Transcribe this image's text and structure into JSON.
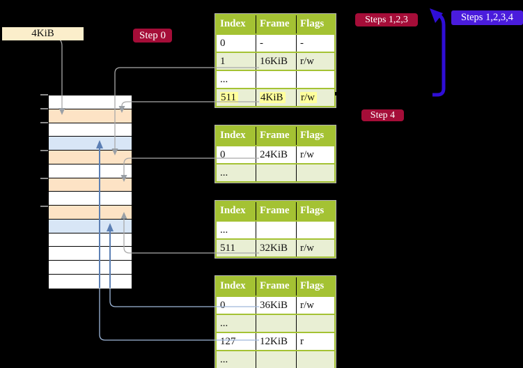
{
  "badges": {
    "frame_label": "4KiB",
    "step0": "Step 0",
    "steps123": "Steps 1,2,3",
    "steps1234": "Steps 1,2,3,4",
    "step4": "Step 4"
  },
  "colors": {
    "table_green": "#a4c233",
    "row_shaded": "#e9efd4",
    "memory_peach": "#fde3c5",
    "memory_blue": "#d8e6f6",
    "label_wheat": "#fbeecb",
    "badge_crimson": "#a50d38",
    "badge_violet": "#4a1cdc",
    "arrow_blue": "#2f0ed6",
    "connector_gray": "#a9a9a9",
    "connector_blue": "#5b7fb4",
    "highlight_yellow": "#ffff9c"
  },
  "memory_rows": [
    "white",
    "peach",
    "white",
    "blue",
    "peach",
    "white",
    "peach",
    "white",
    "peach",
    "blue",
    "white",
    "white",
    "white",
    "white"
  ],
  "page_tables": [
    {
      "name": "page-table-level-4",
      "headers": [
        "Index",
        "Frame",
        "Flags"
      ],
      "rows": [
        {
          "cells": [
            "0",
            "-",
            "-"
          ],
          "shaded": false,
          "highlight": false
        },
        {
          "cells": [
            "1",
            "16KiB",
            "r/w"
          ],
          "shaded": true,
          "highlight": false
        },
        {
          "cells": [
            "...",
            "",
            ""
          ],
          "shaded": false,
          "highlight": false
        },
        {
          "cells": [
            "511",
            "4KiB",
            "r/w"
          ],
          "shaded": true,
          "highlight": true
        }
      ]
    },
    {
      "name": "page-table-level-3",
      "headers": [
        "Index",
        "Frame",
        "Flags"
      ],
      "rows": [
        {
          "cells": [
            "0",
            "24KiB",
            "r/w"
          ],
          "shaded": false,
          "highlight": false
        },
        {
          "cells": [
            "...",
            "",
            ""
          ],
          "shaded": true,
          "highlight": false
        }
      ]
    },
    {
      "name": "page-table-level-2",
      "headers": [
        "Index",
        "Frame",
        "Flags"
      ],
      "rows": [
        {
          "cells": [
            "...",
            "",
            ""
          ],
          "shaded": false,
          "highlight": false
        },
        {
          "cells": [
            "511",
            "32KiB",
            "r/w"
          ],
          "shaded": true,
          "highlight": false
        }
      ]
    },
    {
      "name": "page-table-level-1",
      "headers": [
        "Index",
        "Frame",
        "Flags"
      ],
      "rows": [
        {
          "cells": [
            "0",
            "36KiB",
            "r/w"
          ],
          "shaded": false,
          "highlight": false
        },
        {
          "cells": [
            "...",
            "",
            ""
          ],
          "shaded": true,
          "highlight": false
        },
        {
          "cells": [
            "127",
            "12KiB",
            "r"
          ],
          "shaded": false,
          "highlight": false
        },
        {
          "cells": [
            "...",
            "",
            ""
          ],
          "shaded": true,
          "highlight": false
        }
      ]
    }
  ]
}
